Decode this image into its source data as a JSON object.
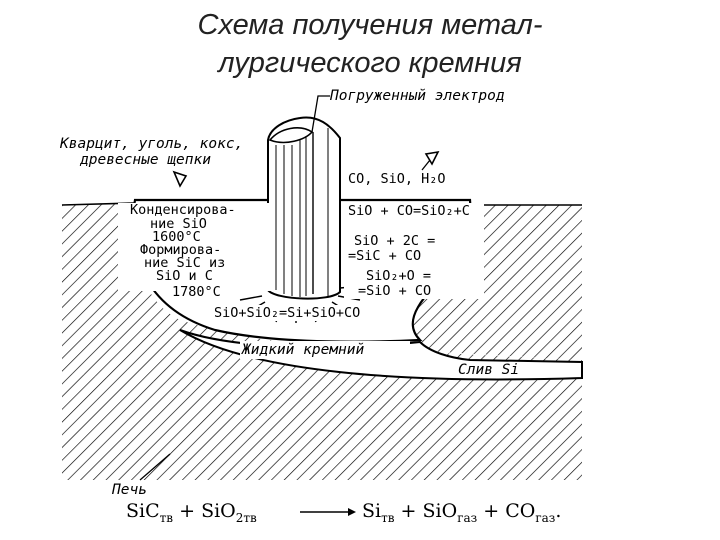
{
  "title": {
    "line1": "Схема получения метал-",
    "line2": "лургического кремния"
  },
  "labels": {
    "electrode": "Погруженный электрод",
    "feed_line1": "Кварцит, уголь, кокс,",
    "feed_line2": "древесные щепки",
    "gases": "CO, SiO, H₂O",
    "cond_1": "Конденсирова-",
    "cond_2": "ние SiO",
    "cond_3": "1600°C",
    "form_1": "Формирова-",
    "form_2": "ние SiC из",
    "form_3": "SiO и C",
    "form_4": "1780°C",
    "r1": "SiO + CO=SiO₂+C",
    "r2a": "SiO + 2C =",
    "r2b": "=SiC + CO",
    "r3a": "SiO₂+O =",
    "r3b": "=SiO + CO",
    "r4": "SiO+SiO₂=Si+SiO+CO",
    "liquid": "Жидкий кремний",
    "drain": "Слив Si",
    "furnace": "Печь"
  },
  "equation": {
    "t1": "SiC",
    "s1": "тв",
    "plus1": "+",
    "t2": "SiO",
    "s2a": "2",
    "s2b": "тв",
    "t3": "Si",
    "s3": "тв",
    "plus2": "+",
    "t4": "SiO",
    "s4": "газ",
    "plus3": "+",
    "t5": "CO",
    "s5": "газ",
    "end": "."
  }
}
